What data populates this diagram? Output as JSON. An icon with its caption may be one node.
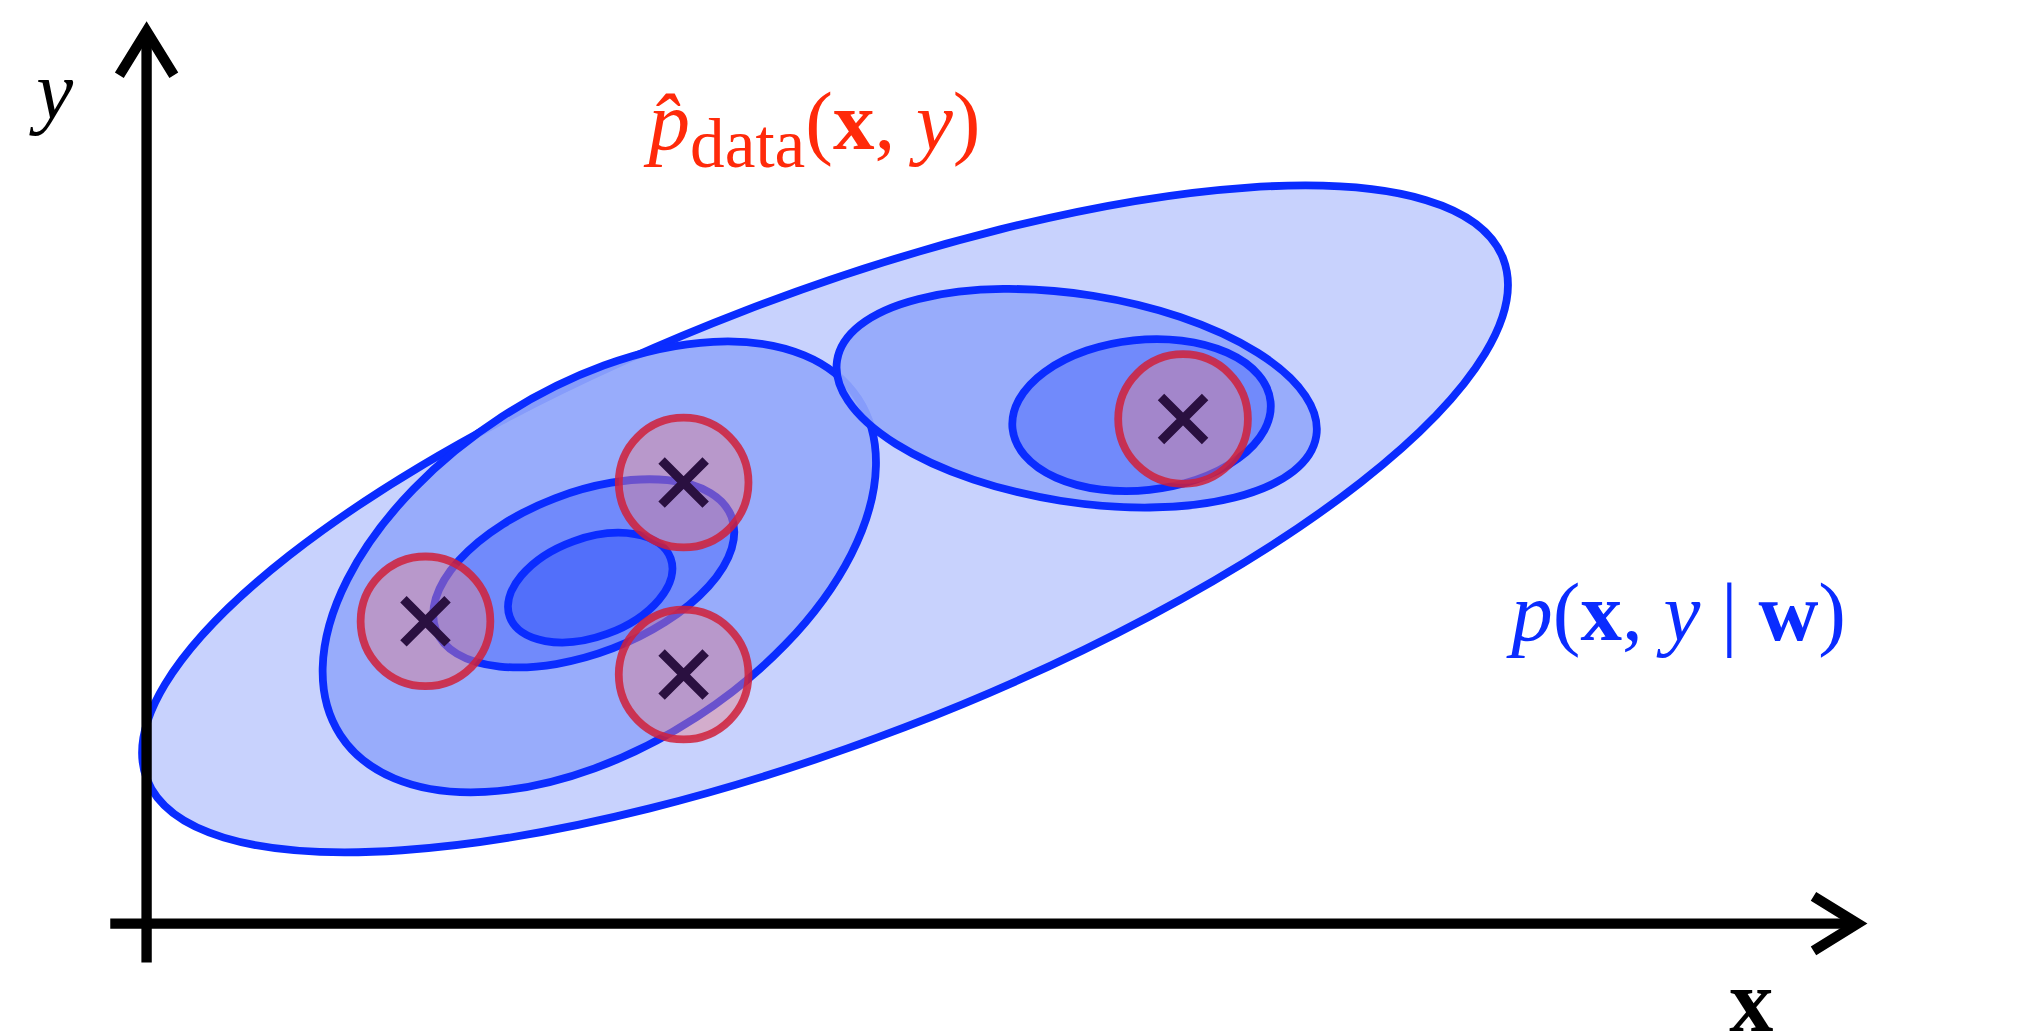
{
  "diagram": {
    "labels": [
      "y",
      "x",
      "*p̂*$_{data}$(**x**, *y*)",
      "*p*(**x**, *y* | **w**)"
    ]
  }
}
